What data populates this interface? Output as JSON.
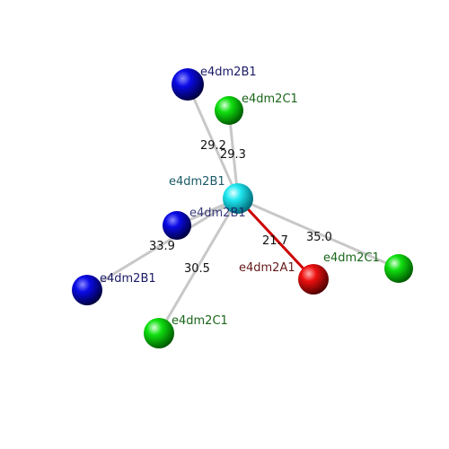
{
  "molecule": {
    "nodes": [
      {
        "id": "n_center",
        "label": "e4dm2B1",
        "color": "#00e5ee"
      },
      {
        "id": "n_top_blue",
        "label": "e4dm2B1",
        "color": "#0000dd"
      },
      {
        "id": "n_top_green",
        "label": "e4dm2C1",
        "color": "#00dd00"
      },
      {
        "id": "n_mid_blue",
        "label": "e4dm2B1",
        "color": "#0000dd"
      },
      {
        "id": "n_left_blue",
        "label": "e4dm2B1",
        "color": "#0000dd"
      },
      {
        "id": "n_bottom_green",
        "label": "e4dm2C1",
        "color": "#00dd00"
      },
      {
        "id": "n_red",
        "label": "e4dm2A1",
        "color": "#ee0000"
      },
      {
        "id": "n_right_green",
        "label": "e4dm2C1",
        "color": "#00dd00"
      }
    ],
    "edges": [
      {
        "from": "n_center",
        "to": "n_top_blue",
        "distance": "29.2",
        "color": "#c8c8c8"
      },
      {
        "from": "n_center",
        "to": "n_top_green",
        "distance": "29.3",
        "color": "#c8c8c8"
      },
      {
        "from": "n_center",
        "to": "n_mid_blue",
        "distance": "",
        "color": "#c8c8c8"
      },
      {
        "from": "n_center",
        "to": "n_left_blue",
        "distance": "33.9",
        "color": "#c8c8c8"
      },
      {
        "from": "n_center",
        "to": "n_bottom_green",
        "distance": "30.5",
        "color": "#c8c8c8"
      },
      {
        "from": "n_center",
        "to": "n_red",
        "distance": "21.7",
        "color": "#cc0000"
      },
      {
        "from": "n_center",
        "to": "n_right_green",
        "distance": "35.0",
        "color": "#c8c8c8"
      }
    ],
    "label_colors": {
      "e4dm2B1": "#1a1a66",
      "e4dm2C1": "#1a661a",
      "e4dm2A1": "#661a1a",
      "center": "#1a5a66"
    }
  }
}
